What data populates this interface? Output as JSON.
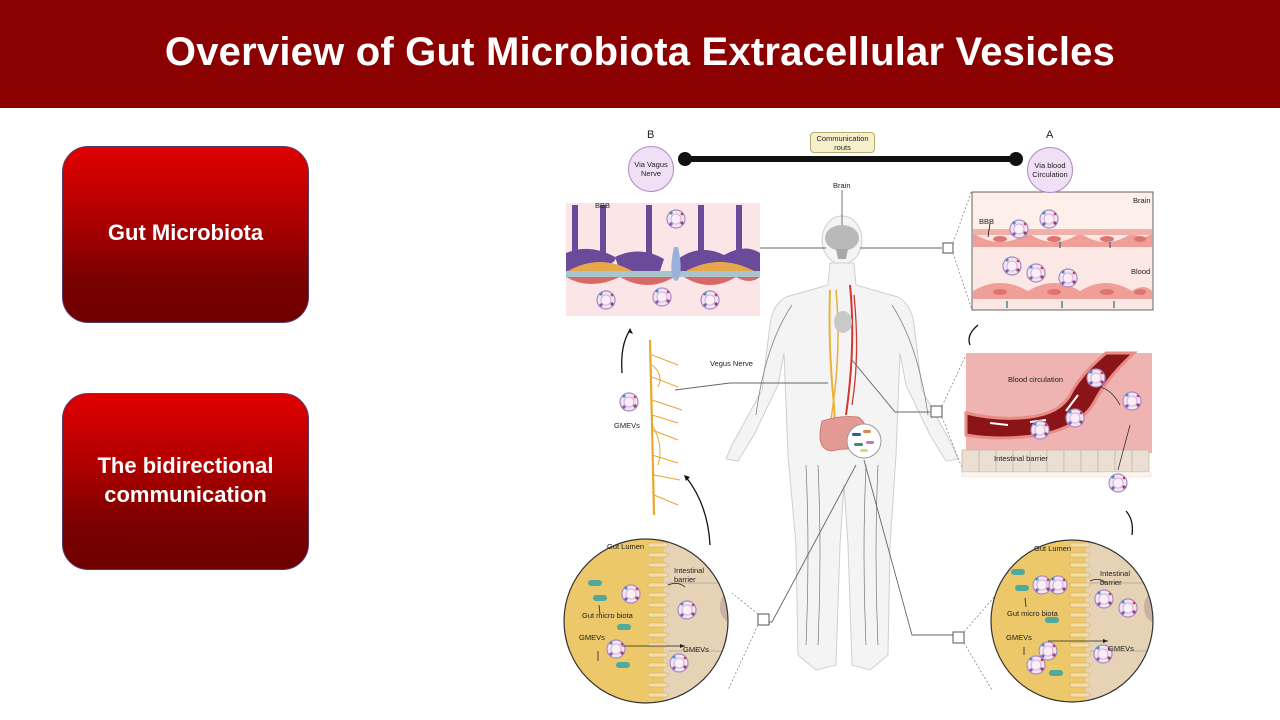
{
  "slide": {
    "title": "Overview of Gut Microbiota Extracellular Vesicles",
    "colors": {
      "title_bar": "#8b0000",
      "box_top": "#e00000",
      "box_bottom": "#6e0000",
      "box_border": "#5a3a6a",
      "title_text": "#ffffff"
    }
  },
  "topic_boxes": [
    {
      "label": "Gut Microbiota"
    },
    {
      "label_line1": "The bidirectional",
      "label_line2": "communication"
    }
  ],
  "figure": {
    "routes": {
      "label_line1": "Communication",
      "label_line2": "routs",
      "route_b": {
        "letter": "B",
        "line1": "Via Vagus",
        "line2": "Nerve"
      },
      "route_a": {
        "letter": "A",
        "line1": "Via blood",
        "line2": "Circulation"
      }
    },
    "labels": {
      "brain": "Brain",
      "bbb_left": "BBB",
      "bbb_right": "BBB",
      "brain_panel": "Brain",
      "blood_panel": "Blood",
      "vagus_nerve": "Vegus Nerve",
      "gmevs_left": "GMEVs",
      "blood_circulation": "Blood circulation",
      "intestinal_barrier_panel": "Intestinal barrier"
    },
    "gut_circles": [
      {
        "gut_lumen": "Gut Lumen",
        "intestinal_barrier_line1": "Intestinal",
        "intestinal_barrier_line2": "barrier",
        "gut_micro_biota": "Gut micro biota",
        "gmevs_left": "GMEVs",
        "gmevs_right": "GMEVs"
      },
      {
        "gut_lumen": "Gut Lumen",
        "intestinal_barrier_line1": "Intestinal",
        "intestinal_barrier_line2": "barrier",
        "gut_micro_biota": "Gut micro biota",
        "gmevs_left": "GMEVs",
        "gmevs_right": "GMEVs"
      }
    ]
  }
}
